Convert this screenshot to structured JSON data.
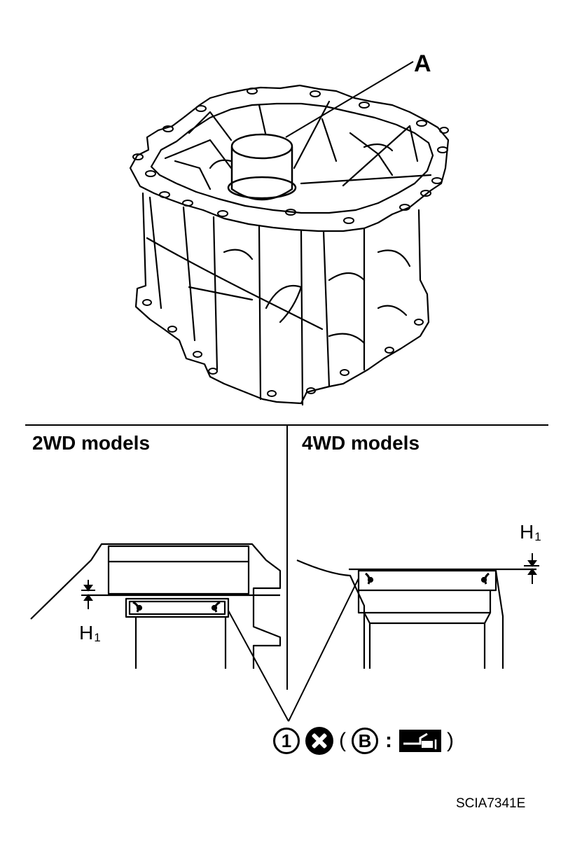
{
  "callout": {
    "label": "A"
  },
  "sections": {
    "left_title": "2WD models",
    "right_title": "4WD models"
  },
  "dimension": {
    "label_main": "H",
    "label_sub": "1"
  },
  "legend": {
    "number_symbol": "1",
    "x_icon": "do-not-reuse-icon",
    "open_paren": "(",
    "letter_symbol": "B",
    "colon": ":",
    "tool_icon": "drift-tool-icon",
    "close_paren": ")"
  },
  "figure_id": "SCIA7341E"
}
